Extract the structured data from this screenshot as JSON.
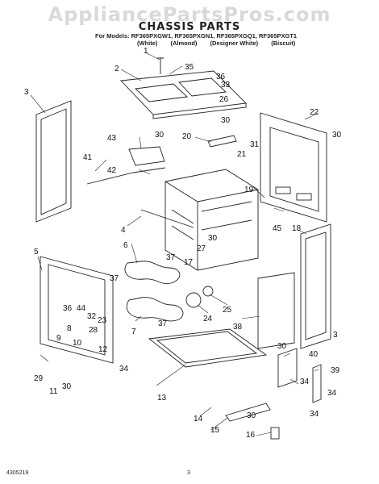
{
  "watermark": "AppliancePartsPros.com",
  "title": "CHASSIS PARTS",
  "models_line": "For Models: RF365PXGW1, RF365PXGN1, RF365PXGQ1, RF365PXGT1",
  "variants": [
    "(White)",
    "(Almond)",
    "(Designer White)",
    "(Biscuit)"
  ],
  "footer": {
    "doc_number": "4305219",
    "page_number": "3"
  },
  "callouts": [
    "1",
    "2",
    "3",
    "4",
    "5",
    "6",
    "7",
    "8",
    "9",
    "10",
    "11",
    "12",
    "13",
    "14",
    "15",
    "16",
    "17",
    "18",
    "19",
    "20",
    "21",
    "22",
    "23",
    "24",
    "25",
    "26",
    "27",
    "28",
    "29",
    "30",
    "31",
    "32",
    "33",
    "34",
    "35",
    "36",
    "37",
    "38",
    "39",
    "40",
    "41",
    "42",
    "43",
    "44",
    "45"
  ]
}
